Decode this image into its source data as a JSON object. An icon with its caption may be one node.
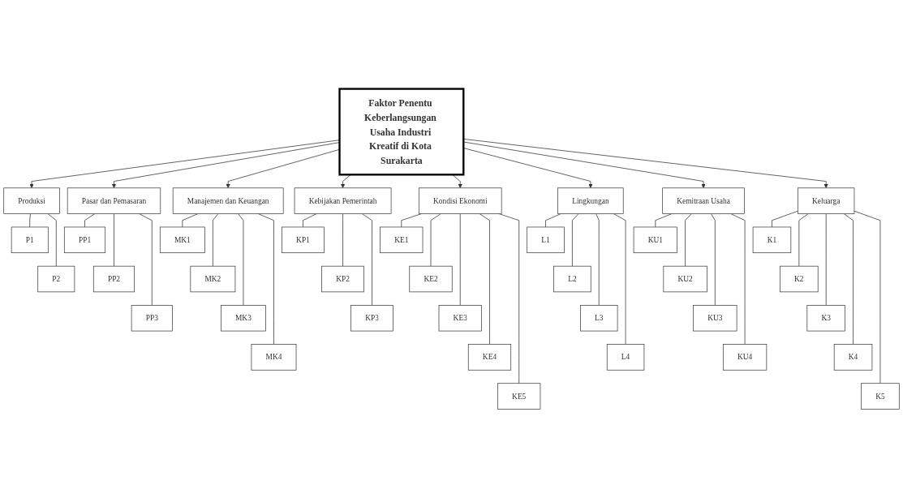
{
  "diagram": {
    "nodes": [
      {
        "text": [
          "Faktor Penentu Keberlangsungan Usaha Industri Kreatif di Kota Surakarta"
        ]
      },
      {
        "text": [
          "Produksi"
        ]
      },
      {
        "text": [
          "Pasar dan Pemasaran"
        ]
      },
      {
        "text": [
          "Manajemen dan Keuangan"
        ]
      },
      {
        "text": [
          "Kebijakan Pemerintah"
        ]
      },
      {
        "text": [
          "Kondisi Ekonomi"
        ]
      },
      {
        "text": [
          "Lingkungan"
        ]
      },
      {
        "text": [
          "Kemitraan Usaha"
        ]
      },
      {
        "text": [
          "Keluarga"
        ]
      },
      {
        "text": [
          "P1"
        ]
      },
      {
        "text": [
          "P2"
        ]
      },
      {
        "text": [
          "PP1"
        ]
      },
      {
        "text": [
          "PP2"
        ]
      },
      {
        "text": [
          "PP3"
        ]
      },
      {
        "text": [
          "MK1"
        ]
      },
      {
        "text": [
          "MK2"
        ]
      },
      {
        "text": [
          "MK3"
        ]
      },
      {
        "text": [
          "MK4"
        ]
      },
      {
        "text": [
          "KP1"
        ]
      },
      {
        "text": [
          "KP2"
        ]
      },
      {
        "text": [
          "KP3"
        ]
      },
      {
        "text": [
          "KE1"
        ]
      },
      {
        "text": [
          "KE2"
        ]
      },
      {
        "text": [
          "KE3"
        ]
      },
      {
        "text": [
          "KE4"
        ]
      },
      {
        "text": [
          "KE5"
        ]
      },
      {
        "text": [
          "L1"
        ]
      },
      {
        "text": [
          "L2"
        ]
      },
      {
        "text": [
          "L3"
        ]
      },
      {
        "text": [
          "L4"
        ]
      },
      {
        "text": [
          "KU1"
        ]
      },
      {
        "text": [
          "KU2"
        ]
      },
      {
        "text": [
          "KU3"
        ]
      },
      {
        "text": [
          "KU4"
        ]
      },
      {
        "text": [
          "K1"
        ]
      },
      {
        "text": [
          "K2"
        ]
      },
      {
        "text": [
          "K3"
        ]
      },
      {
        "text": [
          "K4"
        ]
      },
      {
        "text": [
          "K5"
        ]
      }
    ],
    "edges": [
      {
        "from": 0,
        "to": 1,
        "arrow": "to"
      },
      {
        "from": 0,
        "to": 2,
        "arrow": "to"
      },
      {
        "from": 0,
        "to": 3,
        "arrow": "to"
      },
      {
        "from": 0,
        "to": 4,
        "arrow": "to"
      },
      {
        "from": 0,
        "to": 5,
        "arrow": "to"
      },
      {
        "from": 0,
        "to": 6,
        "arrow": "to"
      },
      {
        "from": 0,
        "to": 7,
        "arrow": "to"
      },
      {
        "from": 0,
        "to": 8,
        "arrow": "to"
      },
      {
        "from": 1,
        "to": 9,
        "arrow": "none"
      },
      {
        "from": 1,
        "to": 10,
        "arrow": "none"
      },
      {
        "from": 2,
        "to": 11,
        "arrow": "none"
      },
      {
        "from": 2,
        "to": 12,
        "arrow": "none"
      },
      {
        "from": 2,
        "to": 13,
        "arrow": "none"
      },
      {
        "from": 3,
        "to": 14,
        "arrow": "none"
      },
      {
        "from": 3,
        "to": 15,
        "arrow": "none"
      },
      {
        "from": 3,
        "to": 16,
        "arrow": "none"
      },
      {
        "from": 3,
        "to": 17,
        "arrow": "none"
      },
      {
        "from": 4,
        "to": 18,
        "arrow": "none"
      },
      {
        "from": 4,
        "to": 19,
        "arrow": "none"
      },
      {
        "from": 4,
        "to": 20,
        "arrow": "none"
      },
      {
        "from": 5,
        "to": 21,
        "arrow": "none"
      },
      {
        "from": 5,
        "to": 22,
        "arrow": "none"
      },
      {
        "from": 5,
        "to": 23,
        "arrow": "none"
      },
      {
        "from": 5,
        "to": 24,
        "arrow": "none"
      },
      {
        "from": 5,
        "to": 25,
        "arrow": "none"
      },
      {
        "from": 6,
        "to": 26,
        "arrow": "none"
      },
      {
        "from": 6,
        "to": 27,
        "arrow": "none"
      },
      {
        "from": 6,
        "to": 28,
        "arrow": "none"
      },
      {
        "from": 6,
        "to": 29,
        "arrow": "none"
      },
      {
        "from": 7,
        "to": 30,
        "arrow": "none"
      },
      {
        "from": 7,
        "to": 31,
        "arrow": "none"
      },
      {
        "from": 7,
        "to": 32,
        "arrow": "none"
      },
      {
        "from": 7,
        "to": 33,
        "arrow": "none"
      },
      {
        "from": 8,
        "to": 34,
        "arrow": "none"
      },
      {
        "from": 8,
        "to": 35,
        "arrow": "none"
      },
      {
        "from": 8,
        "to": 36,
        "arrow": "none"
      },
      {
        "from": 8,
        "to": 37,
        "arrow": "none"
      },
      {
        "from": 8,
        "to": 38,
        "arrow": "none"
      }
    ]
  }
}
